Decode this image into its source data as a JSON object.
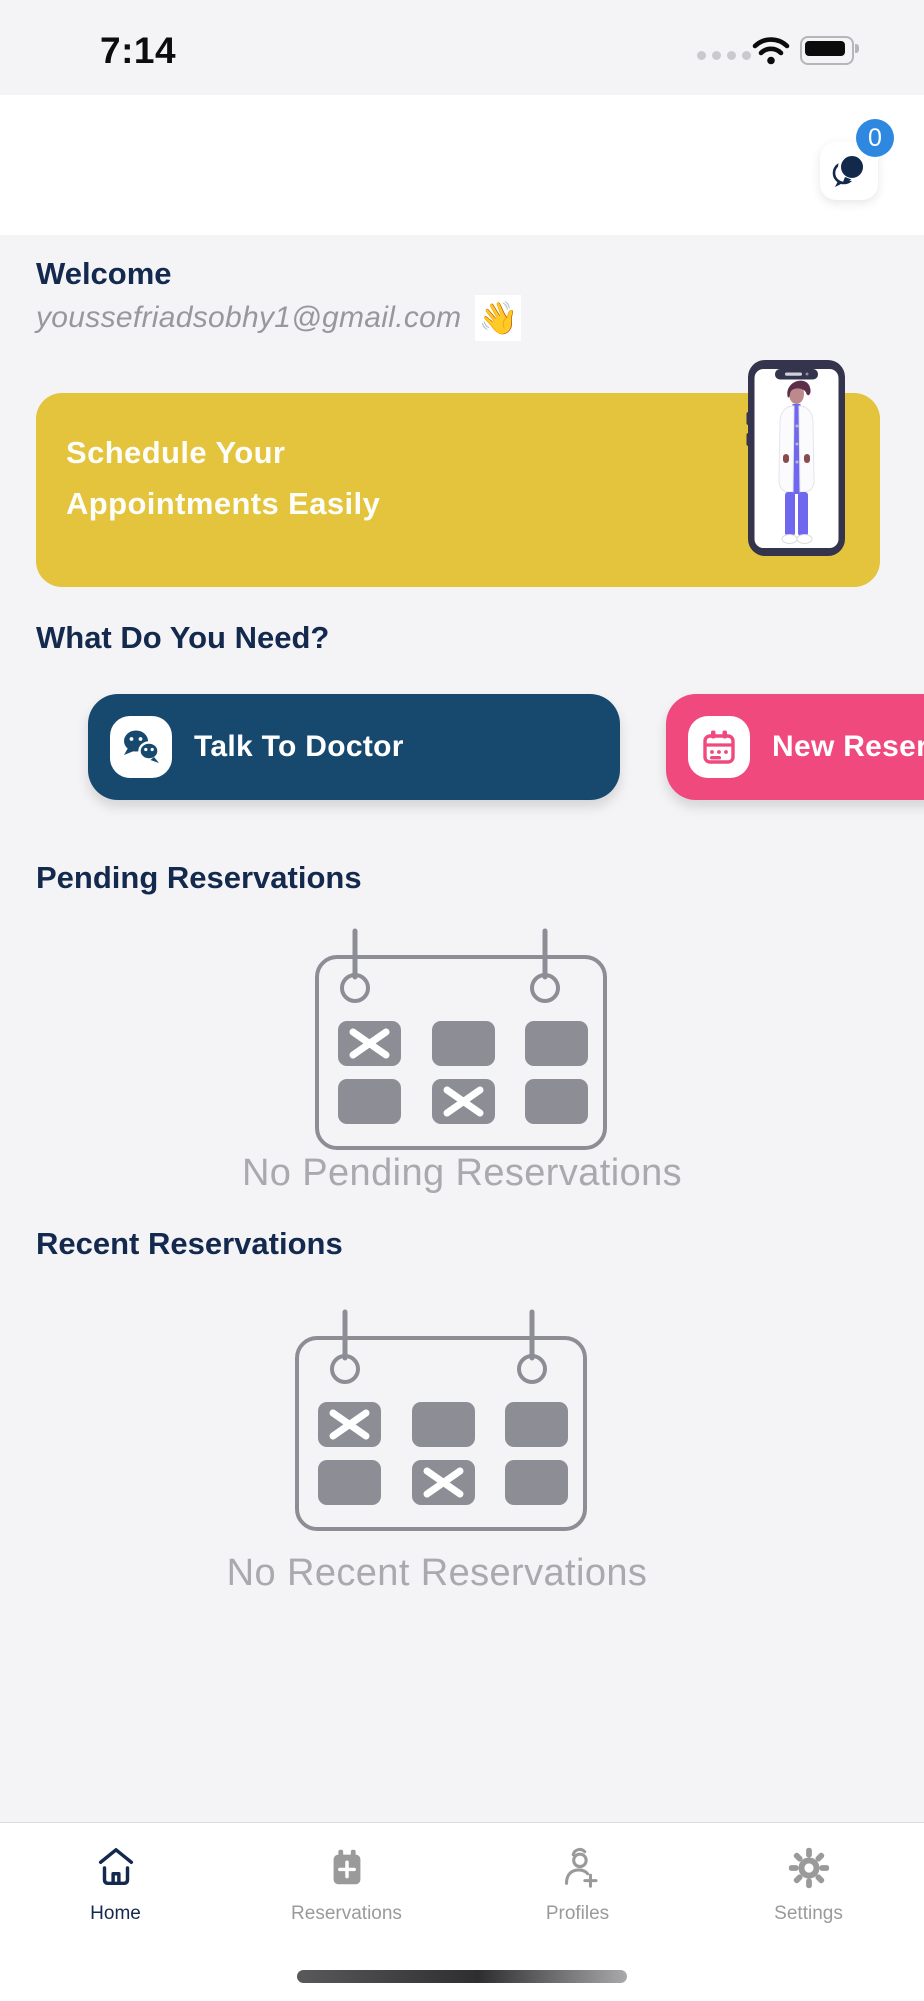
{
  "status_bar": {
    "time": "7:14"
  },
  "header": {
    "chat_badge": "0"
  },
  "welcome": {
    "title": "Welcome",
    "email": "youssefriadsobhy1@gmail.com",
    "wave": "👋"
  },
  "banner": {
    "line1": "Schedule Your",
    "line2": "Appointments Easily"
  },
  "sections": {
    "what_title": "What Do You Need?",
    "pending_title": "Pending Reservations",
    "pending_empty": "No Pending Reservations",
    "recent_title": "Recent Reservations",
    "recent_empty": "No Recent Reservations"
  },
  "actions": {
    "talk_label": "Talk To Doctor",
    "new_label": "New Reservation"
  },
  "tabs": {
    "items": [
      {
        "label": "Home",
        "active": true
      },
      {
        "label": "Reservations",
        "active": false
      },
      {
        "label": "Profiles",
        "active": false
      },
      {
        "label": "Settings",
        "active": false
      }
    ]
  },
  "colors": {
    "accent_yellow": "#e4c33d",
    "navy_dark": "#13294d",
    "button_navy": "#17496f",
    "accent_pink": "#f0497d",
    "badge_blue": "#2f88e0",
    "empty_gray": "#a9a9ae",
    "illustration_gray": "#8d8d96",
    "tab_inactive": "#9a9a9a",
    "tab_active": "#13294d"
  }
}
